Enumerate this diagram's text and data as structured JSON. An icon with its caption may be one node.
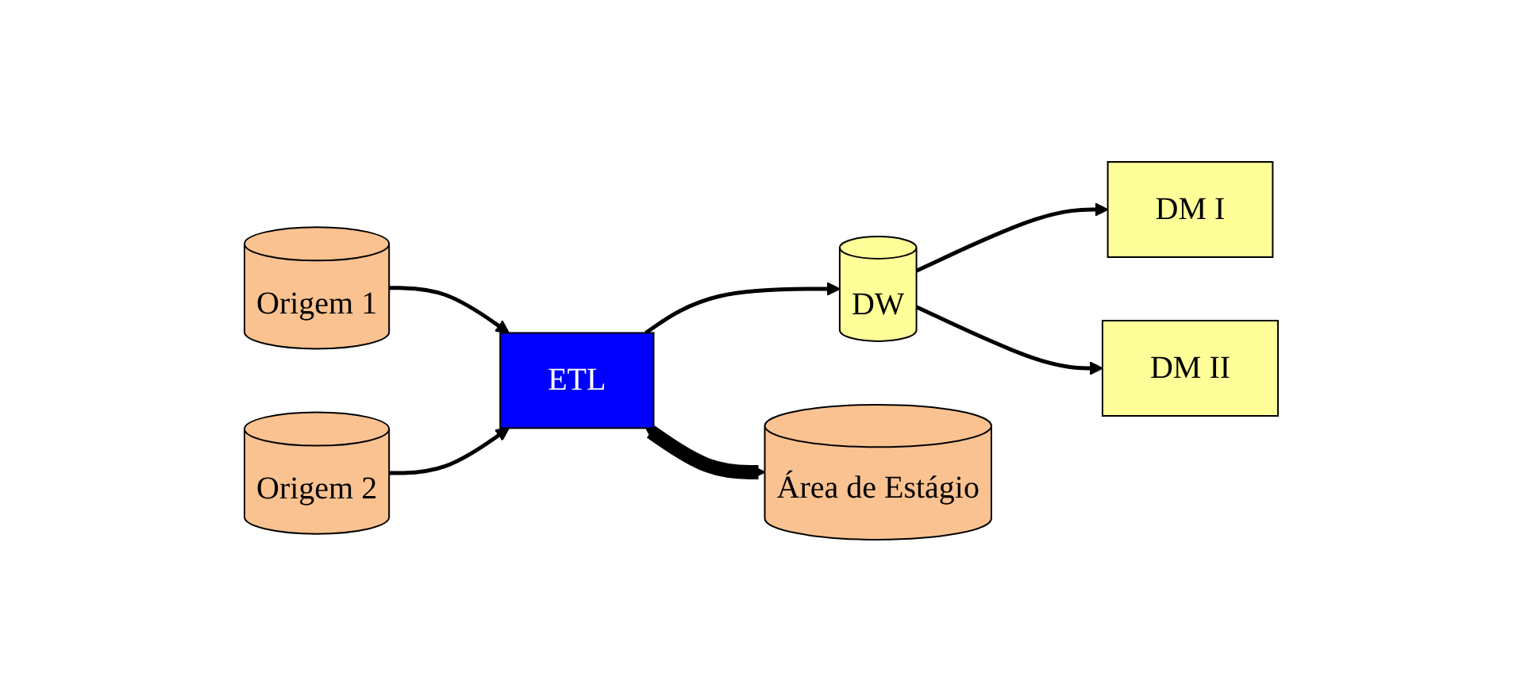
{
  "diagram": {
    "nodes": [
      {
        "text": [
          "Origem 1"
        ]
      },
      {
        "text": [
          "Origem 2"
        ]
      },
      {
        "text": [
          "ETL"
        ]
      },
      {
        "text": [
          "DW"
        ]
      },
      {
        "text": [
          "DM I"
        ]
      },
      {
        "text": [
          "DM II"
        ]
      },
      {
        "text": [
          "Área de Estágio"
        ]
      }
    ],
    "edges": [
      {
        "from": 0,
        "to": 2,
        "arrow": "to"
      },
      {
        "from": 1,
        "to": 2,
        "arrow": "to"
      },
      {
        "from": 2,
        "to": 3,
        "arrow": "to"
      },
      {
        "from": 3,
        "to": 4,
        "arrow": "to"
      },
      {
        "from": 3,
        "to": 5,
        "arrow": "to"
      },
      {
        "from": 2,
        "to": 6,
        "arrow": "both",
        "style": "thick"
      }
    ]
  }
}
